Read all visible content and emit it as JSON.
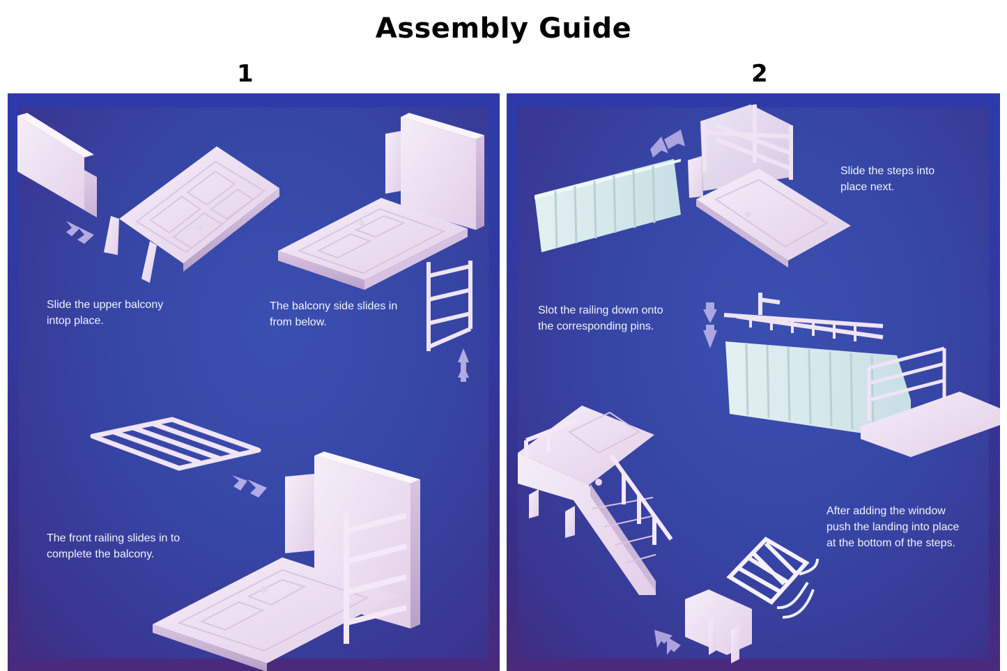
{
  "title": "Assembly Guide",
  "steps": [
    {
      "number": "1",
      "captions": [
        "Slide the upper balcony\nintop place.",
        "The balcony side slides in\nfrom below.",
        "The front railing slides in to\ncomplete the balcony."
      ]
    },
    {
      "number": "2",
      "captions": [
        "Slide the steps into\nplace next.",
        "Slot the railing down onto\nthe corresponding pins.",
        "After adding the window\npush the landing into place\nat the bottom of the steps."
      ]
    }
  ],
  "colors": {
    "panel_blue": "#3646a6",
    "panel_purple": "#412c80",
    "part_white": "#f1e6f4",
    "part_shadow": "#cbb8d6",
    "arrow": "#c9bdf0"
  }
}
